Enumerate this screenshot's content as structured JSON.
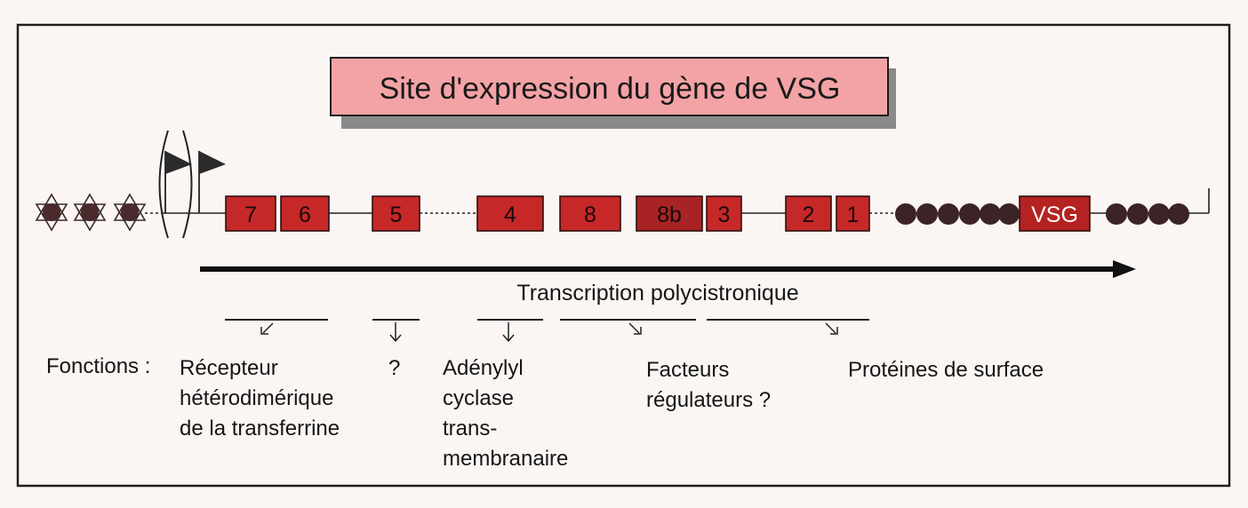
{
  "title": "Site d'expression du gène de VSG",
  "genes": [
    {
      "label": "7"
    },
    {
      "label": "6"
    },
    {
      "label": "5"
    },
    {
      "label": "4"
    },
    {
      "label": "8"
    },
    {
      "label": "8b"
    },
    {
      "label": "3"
    },
    {
      "label": "2"
    },
    {
      "label": "1"
    },
    {
      "label": "VSG"
    }
  ],
  "transcription_label": "Transcription polycistronique",
  "functions_heading": "Fonctions :",
  "functions": [
    {
      "lines": [
        "Récepteur",
        "hétérodimérique",
        "de la transferrine"
      ]
    },
    {
      "lines": [
        "?"
      ]
    },
    {
      "lines": [
        "Adénylyl",
        "cyclase",
        "trans-",
        "membranaire"
      ]
    },
    {
      "lines": [
        "Facteurs",
        "régulateurs ?"
      ]
    },
    {
      "lines": [
        "Protéines de surface"
      ]
    }
  ],
  "colors": {
    "gene_fill": "#c62828",
    "gene_dark": "#a82424",
    "title_fill": "#f3a3a6",
    "repeat_dot": "#3b2326",
    "border": "#1e1e1e"
  }
}
